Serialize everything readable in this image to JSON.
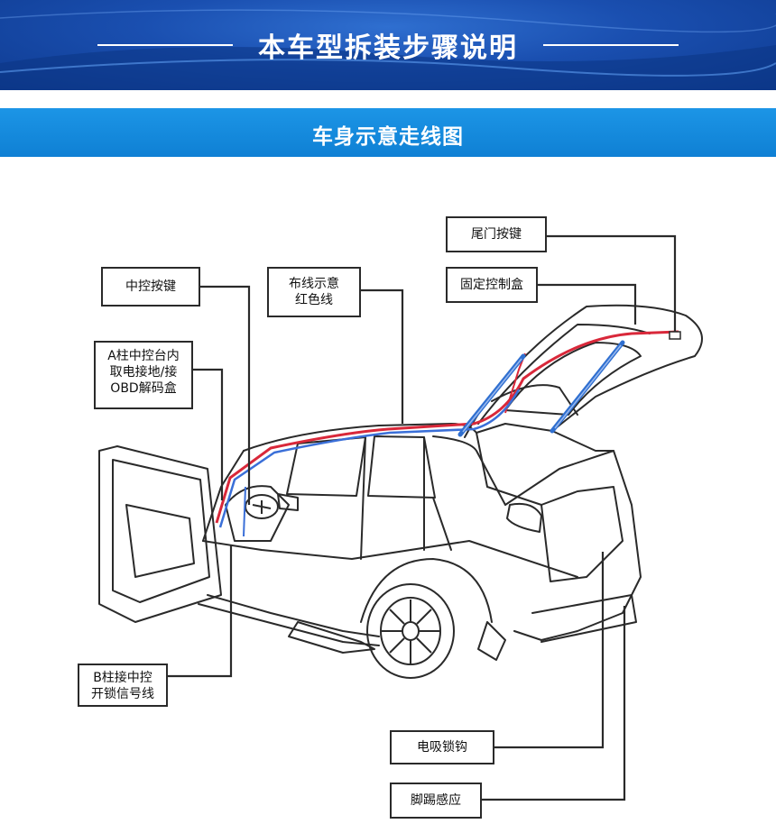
{
  "header": {
    "title": "本车型拆装步骤说明"
  },
  "subheader": {
    "title": "车身示意走线图"
  },
  "labels": {
    "center_button": "中控按键",
    "wiring": "布线示意\n红色线",
    "a_pillar": "A柱中控台内\n取电接地/接\nOBD解码盒",
    "b_pillar": "B柱接中控\n开锁信号线",
    "tailgate_button": "尾门按键",
    "control_box": "固定控制盒",
    "latch": "电吸锁钩",
    "kick_sensor": "脚踢感应"
  },
  "colors": {
    "header_blue": "#1a4fb0",
    "subheader_blue": "#0f80d4",
    "wire_red": "#d9283a",
    "wire_blue": "#3a6fd8",
    "strut_blue": "#2f6fd0",
    "line_dark": "#2a2a2a"
  },
  "icons": [
    "car-outline",
    "steering-wheel-icon",
    "gas-strut-icon",
    "wheel-icon"
  ]
}
